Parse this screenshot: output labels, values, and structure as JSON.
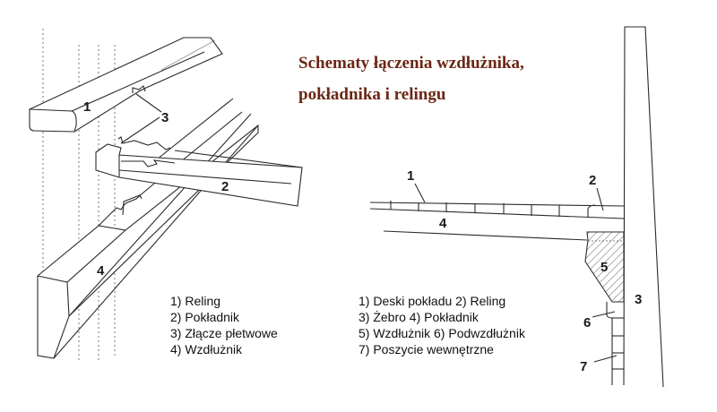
{
  "title": {
    "line1": "Schematy łączenia wzdłużnika,",
    "line2": "pokładnika i relingu"
  },
  "left_diagram": {
    "labels": [
      "1",
      "2",
      "3",
      "4"
    ],
    "legend": [
      "1) Reling",
      "2) Pokładnik",
      "3) Złącze płetwowe",
      "4) Wzdłużnik"
    ]
  },
  "right_diagram": {
    "labels": [
      "1",
      "2",
      "3",
      "4",
      "5",
      "6",
      "7"
    ],
    "legend": [
      "1) Deski pokładu 2) Reling",
      "3) Żebro 4) Pokładnik",
      "5) Wzdłużnik 6) Podwzdłużnik",
      "7) Poszycie wewnętrzne"
    ]
  },
  "colors": {
    "title": "#6b2714",
    "line": "#2a2a2a"
  }
}
